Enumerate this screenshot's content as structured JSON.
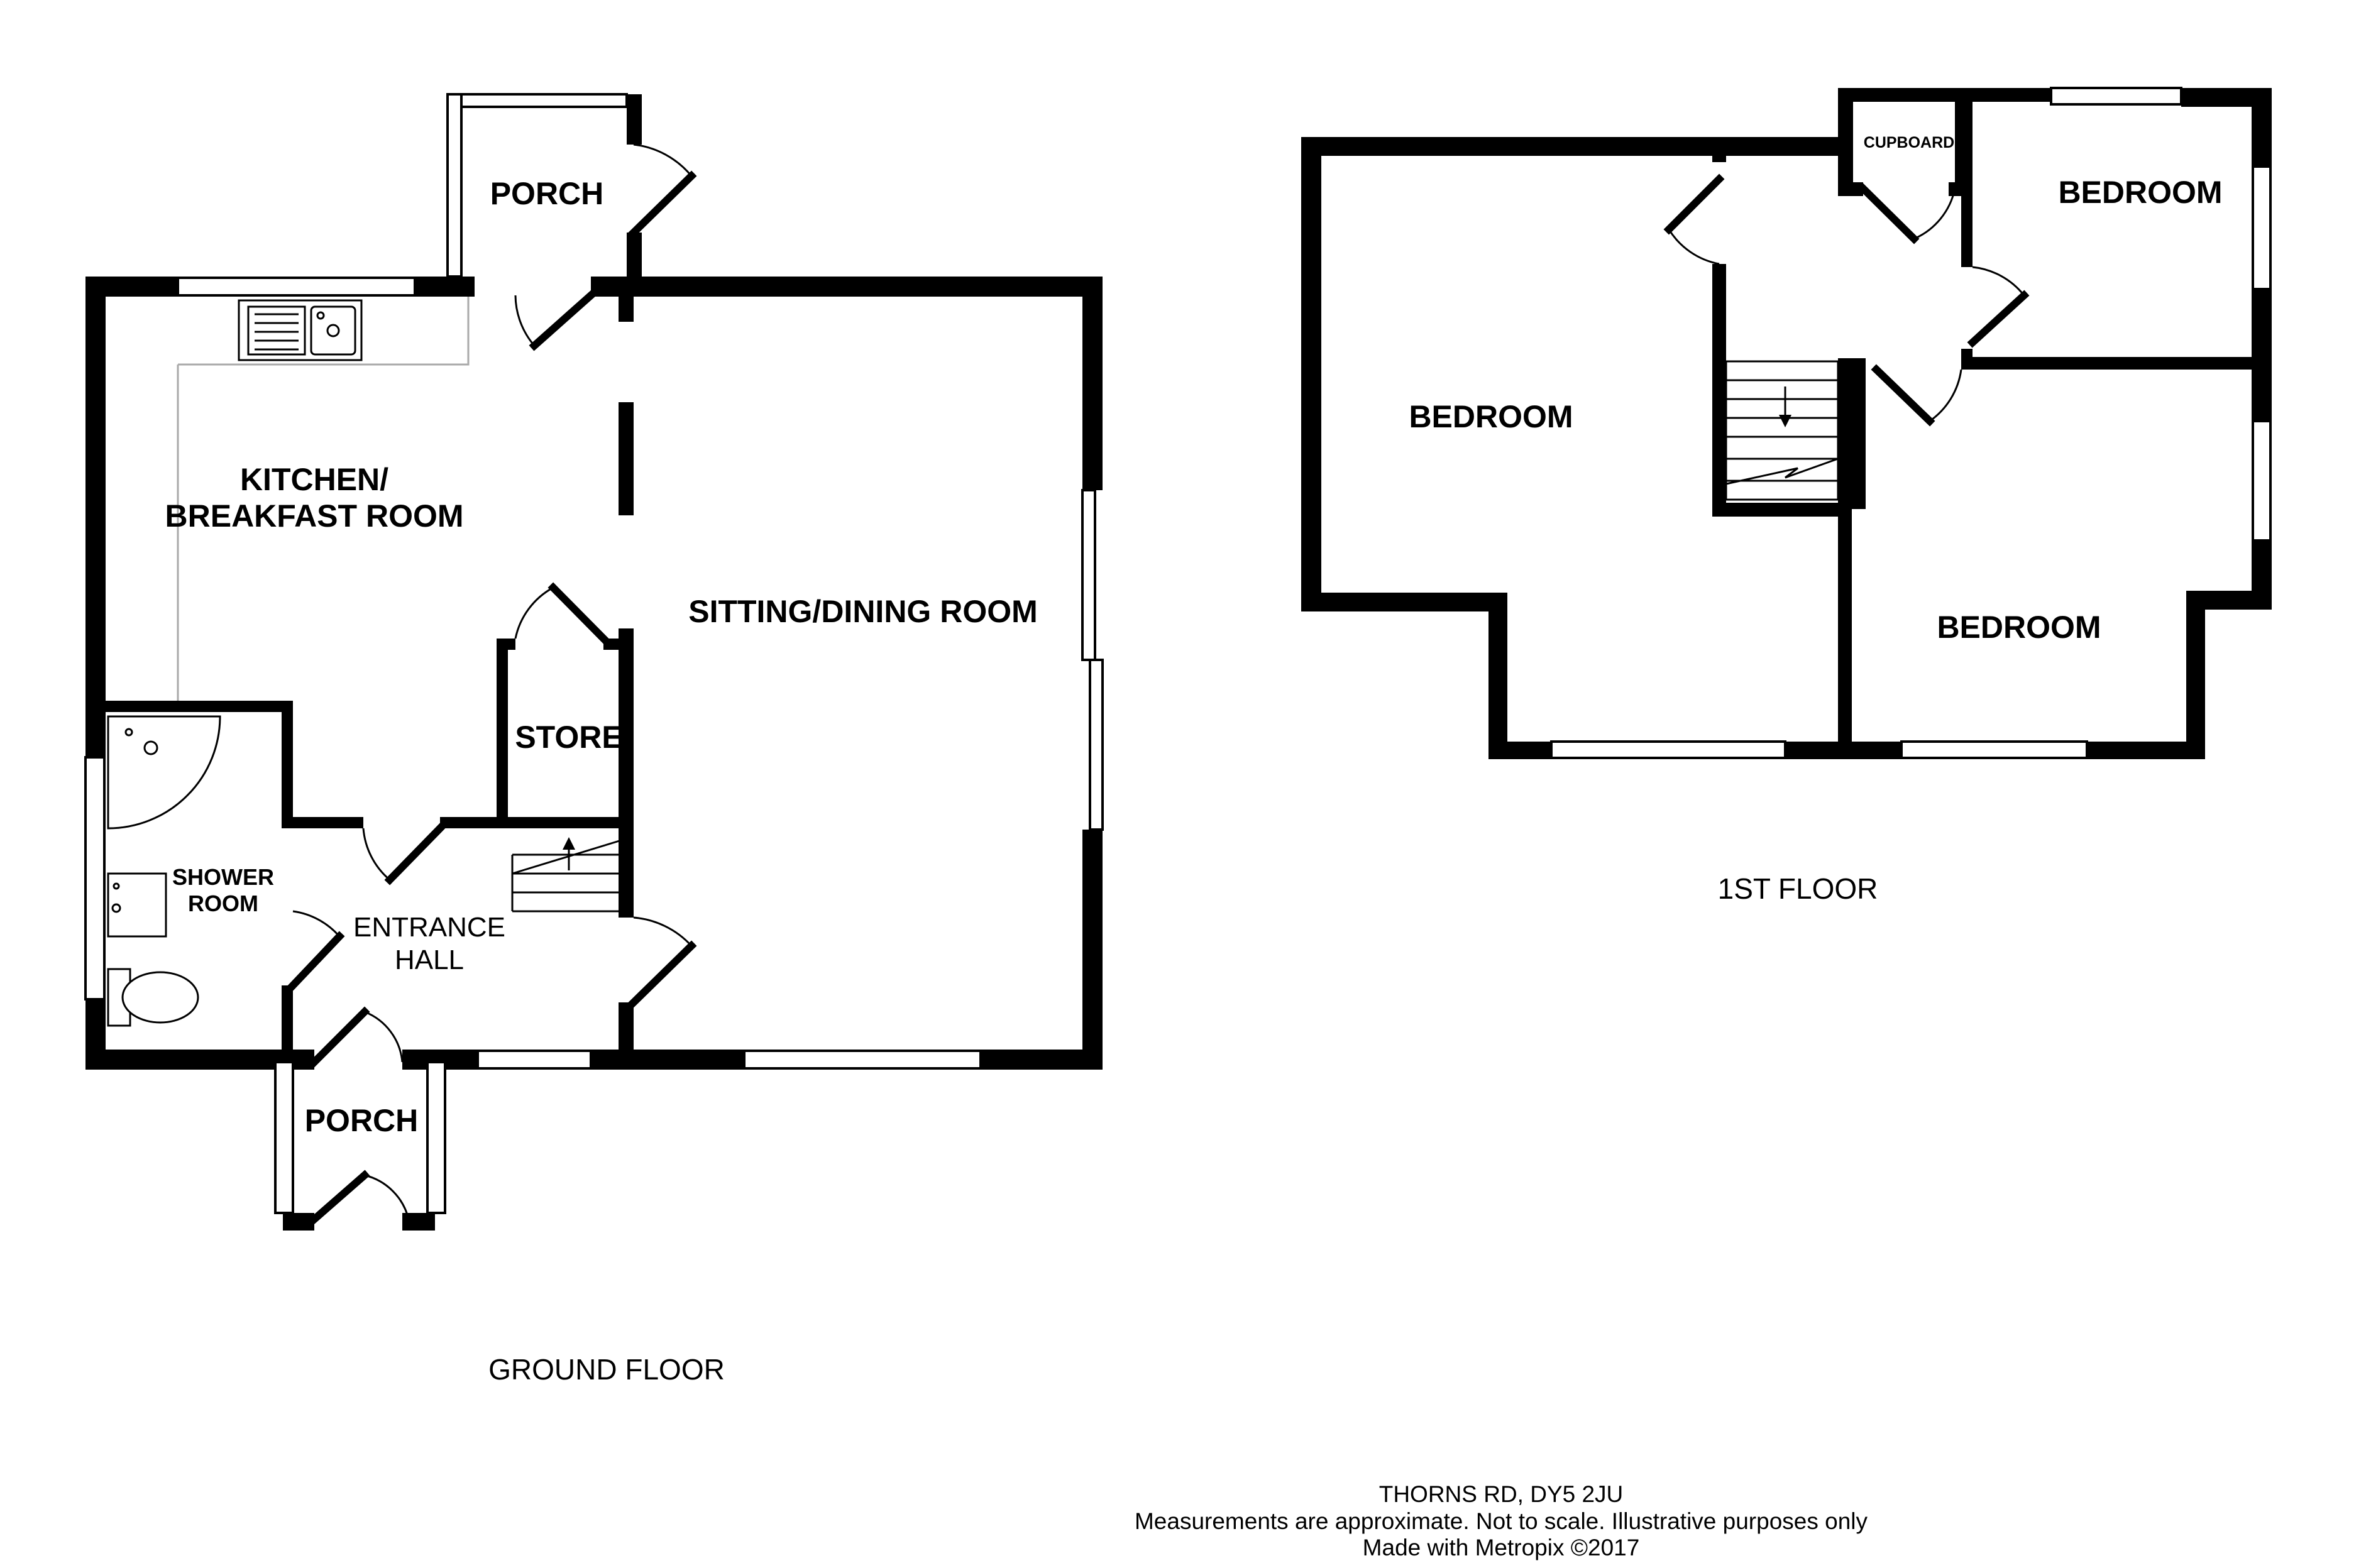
{
  "ground_floor": {
    "caption": "GROUND FLOOR",
    "rooms": {
      "porch_top": "PORCH",
      "kitchen_line1": "KITCHEN/",
      "kitchen_line2": "BREAKFAST ROOM",
      "sitting": "SITTING/DINING ROOM",
      "store": "STORE",
      "shower_line1": "SHOWER",
      "shower_line2": "ROOM",
      "hall_line1": "ENTRANCE",
      "hall_line2": "HALL",
      "porch_bottom": "PORCH"
    }
  },
  "first_floor": {
    "caption": "1ST FLOOR",
    "rooms": {
      "bedroom_left": "BEDROOM",
      "cupboard": "CUPBOARD",
      "bedroom_top_right": "BEDROOM",
      "bedroom_bottom_right": "BEDROOM"
    }
  },
  "footer": {
    "address": "THORNS RD, DY5 2JU",
    "disclaimer": "Measurements are approximate.  Not to scale.  Illustrative purposes only",
    "credit": "Made with Metropix ©2017"
  },
  "colors": {
    "wall": "#000000",
    "background": "#ffffff",
    "worktop": "#aaaaaa"
  }
}
